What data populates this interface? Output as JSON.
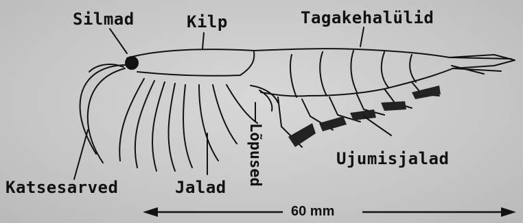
{
  "labels": {
    "silmad": "Silmad",
    "kilp": "Kilp",
    "tagakehalulid": "Tagakehalülid",
    "ujumisjalad": "Ujumisjalad",
    "katsesarved": "Katsesarved",
    "jalad": "Jalad",
    "lopused": "Lõpused"
  },
  "scale": {
    "label": "60 mm"
  }
}
